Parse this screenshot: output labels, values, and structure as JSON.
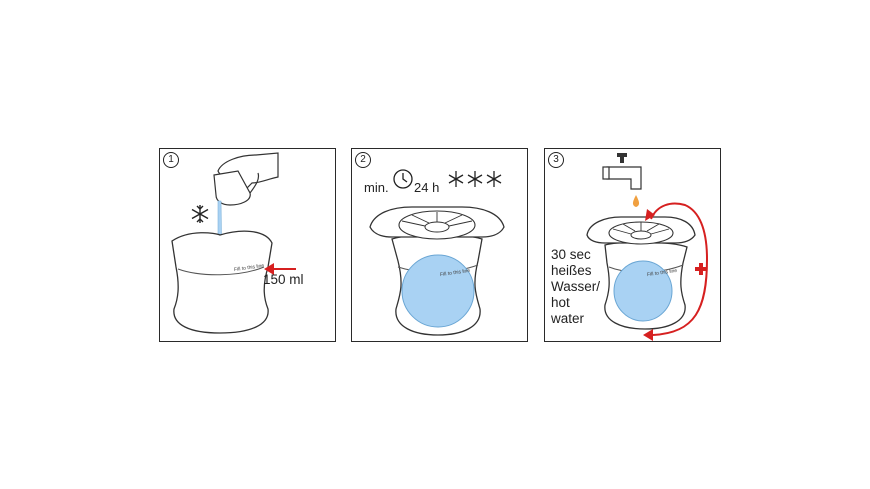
{
  "steps": [
    {
      "number": "1",
      "volume_label": "150 ml",
      "fill_line_text": "Fill to this line",
      "icons": [
        "snowflake-icon",
        "pour-arrow-icon"
      ]
    },
    {
      "number": "2",
      "min_label": "min.",
      "duration_label": "24 h",
      "freeze_level": "3 snowflakes",
      "fill_line_text": "Fill to this line",
      "icons": [
        "clock-icon",
        "snowflake-icon"
      ]
    },
    {
      "number": "3",
      "lines": [
        "30 sec",
        "heißes",
        "Wasser/",
        "hot",
        "water"
      ],
      "fill_line_text": "Fill to this line",
      "icons": [
        "tap-icon",
        "water-drop-icon",
        "plus-icon",
        "rotate-arrow-icon"
      ]
    }
  ],
  "colors": {
    "water": "#9ccaee",
    "ice": "#a9d2f3",
    "arrow": "#d62020",
    "drop": "#f0a040",
    "outline": "#333333"
  }
}
